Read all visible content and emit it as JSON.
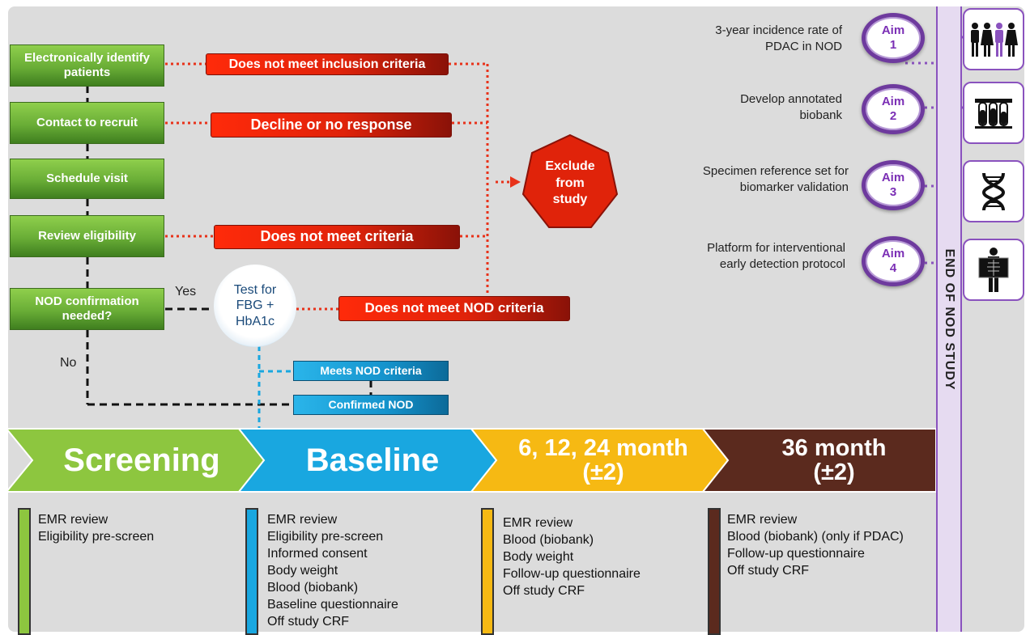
{
  "flow": {
    "steps": [
      "Electronically identify patients",
      "Contact to recruit",
      "Schedule visit",
      "Review eligibility",
      "NOD confirmation needed?"
    ],
    "exclusions": [
      "Does not meet inclusion criteria",
      "Decline or no response",
      "Does not meet criteria",
      "Does not meet NOD criteria"
    ],
    "exclude_label": "Exclude from study",
    "yes_label": "Yes",
    "no_label": "No",
    "test_label": "Test for FBG + HbA1c",
    "meets_label": "Meets NOD criteria",
    "confirmed_label": "Confirmed NOD"
  },
  "aims": [
    {
      "label": "Aim",
      "num": "1",
      "text": "3-year incidence rate of PDAC in NOD",
      "icon": "people-icon"
    },
    {
      "label": "Aim",
      "num": "2",
      "text": "Develop annotated biobank",
      "icon": "test-tubes-icon"
    },
    {
      "label": "Aim",
      "num": "3",
      "text": "Specimen reference set for biomarker validation",
      "icon": "dna-icon"
    },
    {
      "label": "Aim",
      "num": "4",
      "text": "Platform for interventional early detection protocol",
      "icon": "xray-icon"
    }
  ],
  "end_label": "END OF NOD STUDY",
  "phases": [
    {
      "title": "Screening",
      "sub": "",
      "color": "#8dc63f",
      "items": [
        "EMR review",
        "Eligibility pre-screen"
      ]
    },
    {
      "title": "Baseline",
      "sub": "",
      "color": "#19a7e0",
      "items": [
        "EMR review",
        "Eligibility pre-screen",
        "Informed consent",
        "Body weight",
        "Blood (biobank)",
        "Baseline questionnaire",
        "Off study CRF"
      ]
    },
    {
      "title": "6, 12, 24 month",
      "sub": "(±2)",
      "color": "#f6b913",
      "items": [
        "EMR review",
        "Blood (biobank)",
        "Body weight",
        "Follow-up questionnaire",
        "Off study CRF"
      ]
    },
    {
      "title": "36 month",
      "sub": "(±2)",
      "color": "#5b2a1e",
      "items": [
        "EMR review",
        "Blood (biobank) (only if PDAC)",
        "Follow-up questionnaire",
        "Off study CRF"
      ]
    }
  ]
}
